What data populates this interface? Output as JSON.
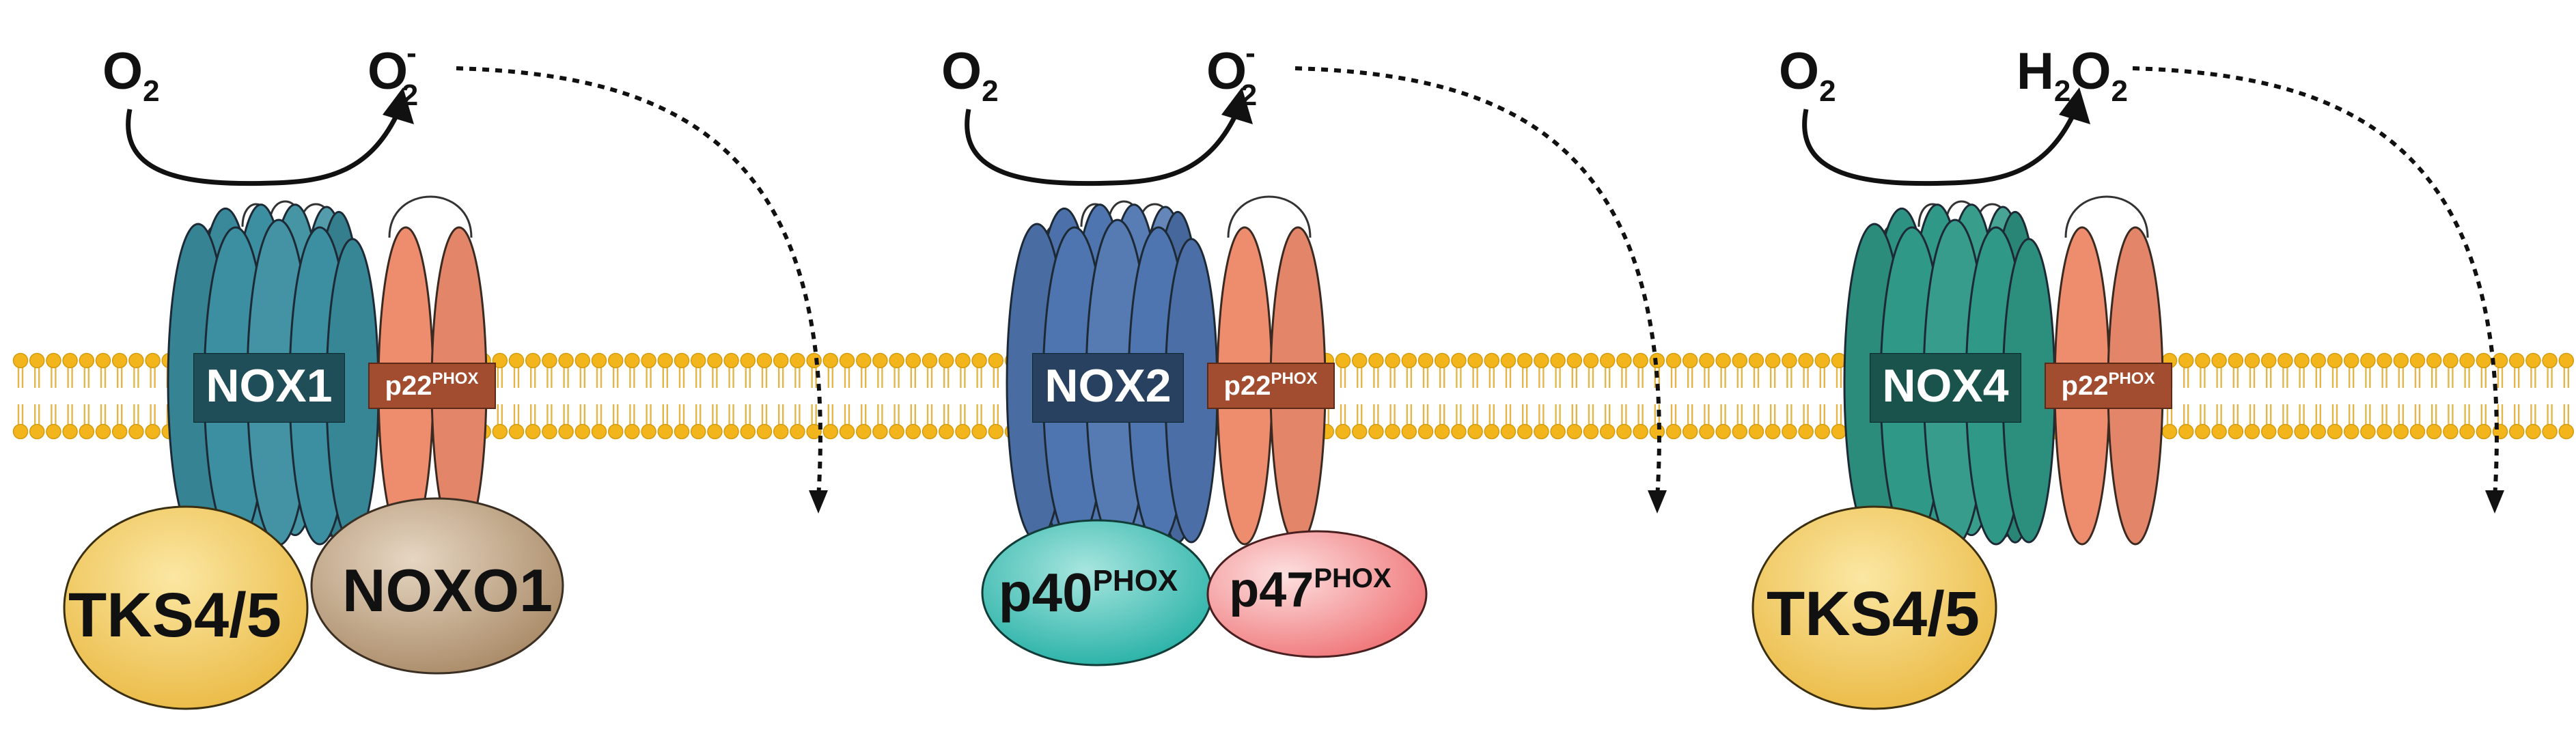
{
  "panels": [
    {
      "enzyme": "NOX1",
      "subunit_base": "p22",
      "subunit_sup": "PHOX",
      "substrate_base": "O",
      "substrate_sub": "2",
      "product_prefix": "",
      "product_base": "O",
      "product_sub": "2",
      "product_sup": "-",
      "enzyme_color": "#3b8fa0",
      "partners": [
        {
          "base": "TKS4/5",
          "sup": ""
        },
        {
          "base": "NOXO1",
          "sup": ""
        }
      ]
    },
    {
      "enzyme": "NOX2",
      "subunit_base": "p22",
      "subunit_sup": "PHOX",
      "substrate_base": "O",
      "substrate_sub": "2",
      "product_prefix": "",
      "product_base": "O",
      "product_sub": "2",
      "product_sup": "-",
      "enzyme_color": "#4f75b0",
      "partners": [
        {
          "base": "p40",
          "sup": "PHOX"
        },
        {
          "base": "p47",
          "sup": "PHOX"
        }
      ]
    },
    {
      "enzyme": "NOX4",
      "subunit_base": "p22",
      "subunit_sup": "PHOX",
      "substrate_base": "O",
      "substrate_sub": "2",
      "product_prefix": "H",
      "product_prefix_sub": "2",
      "product_base": "O",
      "product_sub": "2",
      "product_sup": "",
      "enzyme_color": "#2f9886",
      "partners": [
        {
          "base": "TKS4/5",
          "sup": ""
        }
      ]
    }
  ],
  "colors": {
    "membrane": "#f2b51c",
    "p22": "#ee8c6e",
    "p22_label": "#a24d30",
    "tks": "#f3cf6a",
    "noxo1": "#bfa07f",
    "p40": "#3fbfb5",
    "p47": "#f49a9a"
  }
}
